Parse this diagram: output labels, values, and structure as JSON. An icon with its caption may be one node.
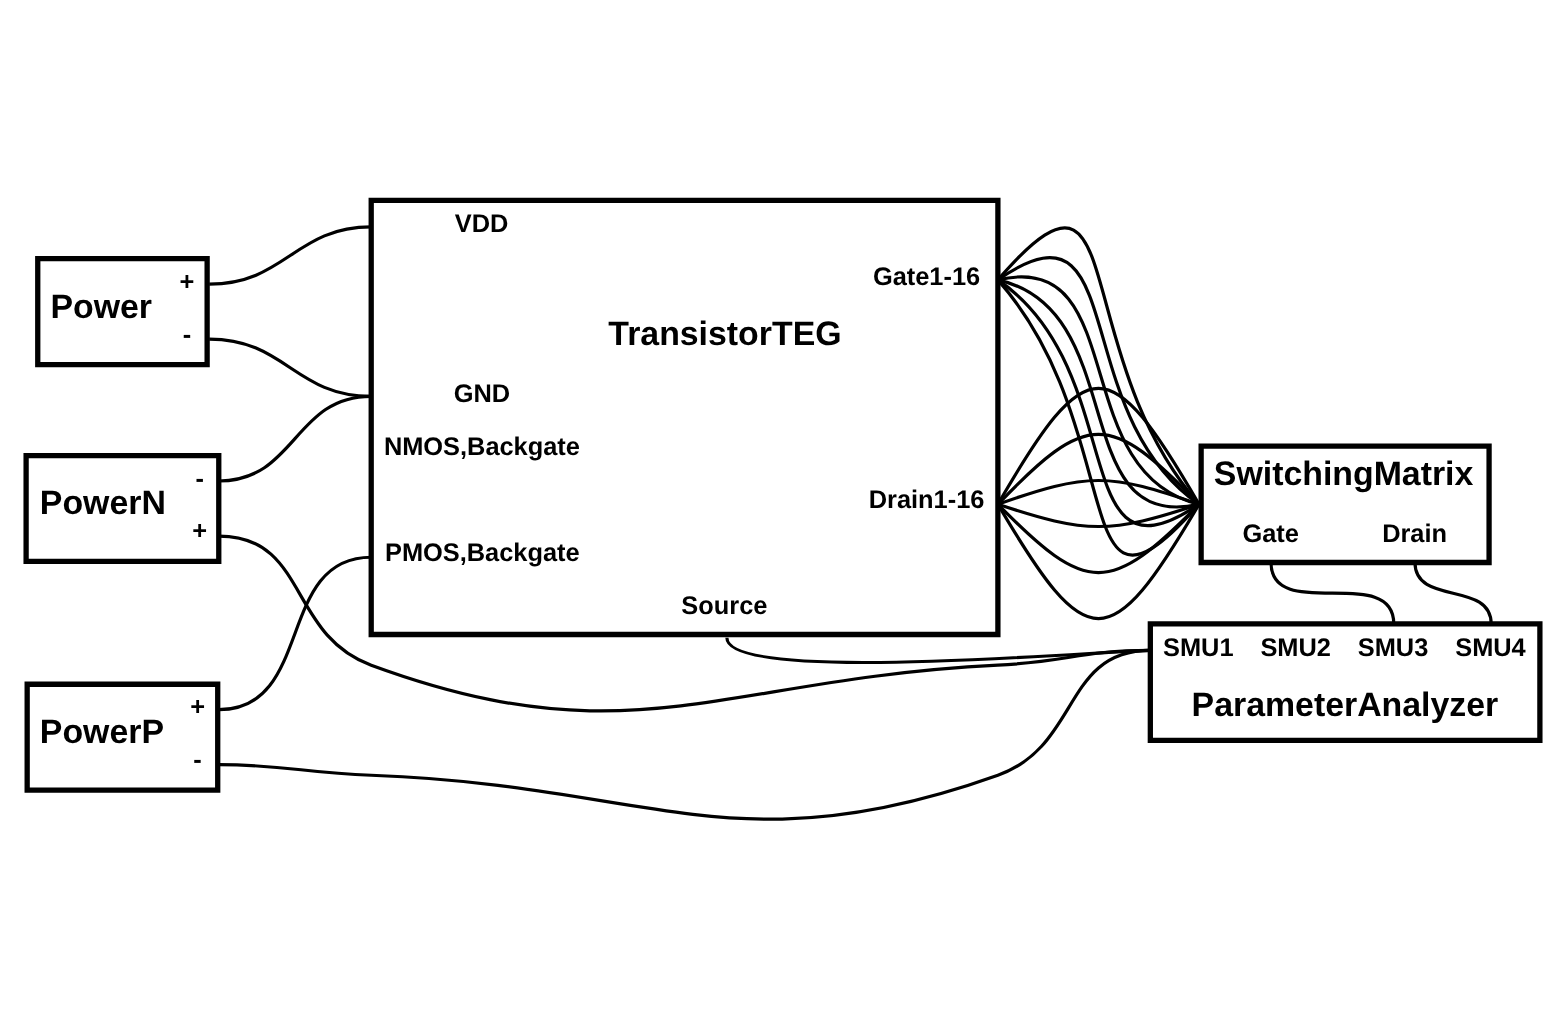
{
  "diagram": {
    "nodes": [
      {
        "text": [
          "Power",
          "+",
          "-"
        ]
      },
      {
        "text": [
          "PowerN",
          "-",
          "+"
        ]
      },
      {
        "text": [
          "PowerP",
          "+",
          "-"
        ]
      },
      {
        "text": [
          "VDD",
          "Gate1-16",
          "TransistorTEG",
          "GND",
          "NMOS,Backgate",
          "Drain1-16",
          "PMOS,Backgate",
          "Source"
        ]
      },
      {
        "text": [
          "SwitchingMatrix",
          "Gate",
          "Drain"
        ]
      },
      {
        "text": [
          "SMU1",
          "SMU2",
          "SMU3",
          "SMU4",
          "ParameterAnalyzer"
        ]
      }
    ],
    "edges": [
      {
        "from": 0,
        "to": 3,
        "arrow": "none"
      },
      {
        "from": 0,
        "to": 3,
        "arrow": "none"
      },
      {
        "from": 1,
        "to": 3,
        "arrow": "none"
      },
      {
        "from": 2,
        "to": 3,
        "arrow": "none"
      },
      {
        "from": 1,
        "to": 5,
        "arrow": "none"
      },
      {
        "from": 2,
        "to": 5,
        "arrow": "none"
      },
      {
        "from": 3,
        "to": 5,
        "arrow": "none"
      },
      {
        "from": 3,
        "to": 4,
        "arrow": "none"
      },
      {
        "from": 3,
        "to": 4,
        "arrow": "none"
      },
      {
        "from": 3,
        "to": 4,
        "arrow": "none"
      },
      {
        "from": 3,
        "to": 4,
        "arrow": "none"
      },
      {
        "from": 3,
        "to": 4,
        "arrow": "none"
      },
      {
        "from": 3,
        "to": 4,
        "arrow": "none"
      },
      {
        "from": 3,
        "to": 4,
        "arrow": "none"
      },
      {
        "from": 3,
        "to": 4,
        "arrow": "none"
      },
      {
        "from": 3,
        "to": 4,
        "arrow": "none"
      },
      {
        "from": 3,
        "to": 4,
        "arrow": "none"
      },
      {
        "from": 3,
        "to": 4,
        "arrow": "none"
      },
      {
        "from": 3,
        "to": 4,
        "arrow": "none"
      },
      {
        "from": 4,
        "to": 5,
        "arrow": "none"
      },
      {
        "from": 4,
        "to": 5,
        "arrow": "none"
      }
    ]
  }
}
